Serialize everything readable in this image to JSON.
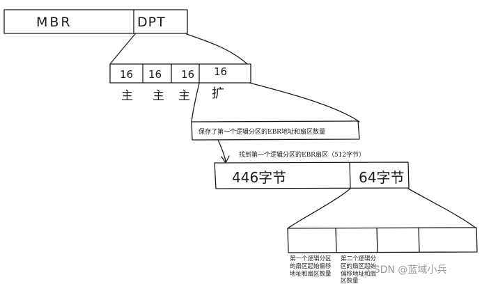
{
  "top_bar": {
    "left_label": "MBR",
    "right_label": "DPT"
  },
  "dpt_entries": [
    {
      "size": "16",
      "type_label": "主"
    },
    {
      "size": "16",
      "type_label": "主"
    },
    {
      "size": "16",
      "type_label": "主"
    },
    {
      "size": "16",
      "type_label": "扩"
    }
  ],
  "annotation_box": {
    "text": "保存了第一个逻辑分区的EBR地址和扇区数量"
  },
  "arrow_caption": "找到第一个逻辑分区的EBR扇区（512字节）",
  "ebr_bar": {
    "left_label": "446字节",
    "right_label": "64字节"
  },
  "ebr_notes": {
    "first": [
      "第一个逻辑分区",
      "的扇区起始偏移",
      "地址和扇区数量"
    ],
    "second": [
      "第二个逻辑分",
      "区的扇区起始",
      "偏移地址和扇",
      "区数量"
    ]
  },
  "watermark": "CSDN @蓝域小兵"
}
